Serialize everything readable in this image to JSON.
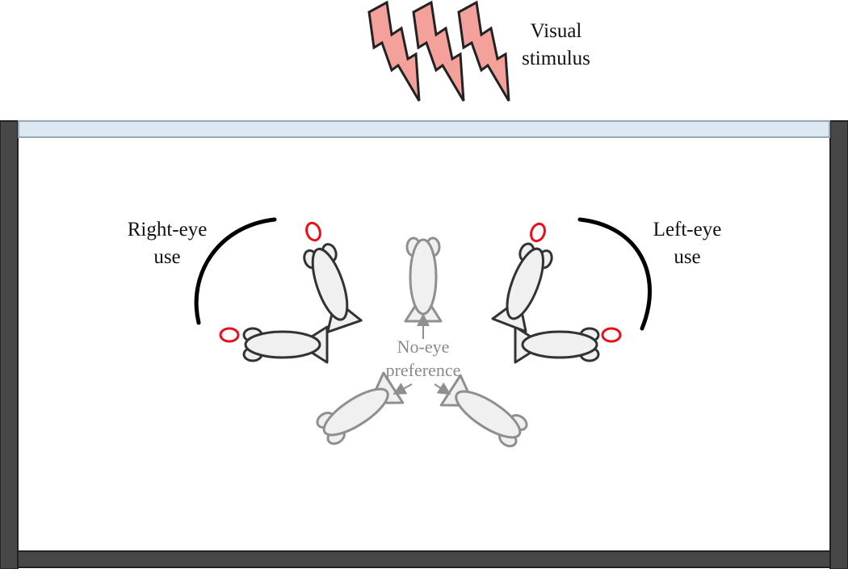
{
  "stimulus": {
    "label_line1": "Visual",
    "label_line2": "stimulus",
    "bolt_fill": "#f4a19b",
    "bolt_stroke": "#222222"
  },
  "labels": {
    "right_eye_line1": "Right-eye",
    "right_eye_line2": "use",
    "left_eye_line1": "Left-eye",
    "left_eye_line2": "use",
    "no_eye_line1": "No-eye",
    "no_eye_line2": "preference"
  },
  "colors": {
    "tank_wall": "#474747",
    "water_surface": "#dce9f5",
    "fish_body": "#f0f0f0",
    "fish_outline": "#333333",
    "fish_faded_outline": "#8f8f8f",
    "eye_highlight": "#e8101a"
  }
}
